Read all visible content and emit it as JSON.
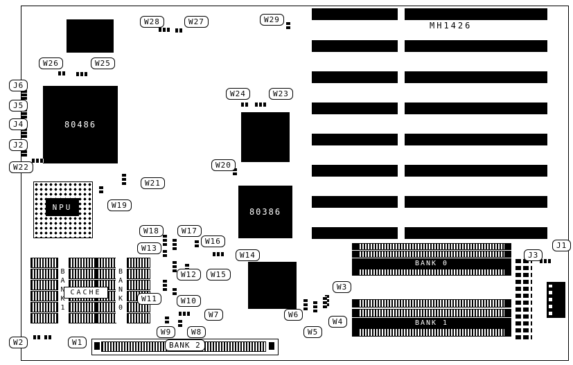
{
  "board": {
    "model": "MH1426"
  },
  "chips": {
    "cpu": "80486",
    "npu": "NPU",
    "alt": "80386"
  },
  "memory": {
    "bank0": "BANK 0",
    "bank1": "BANK 1",
    "bank2": "BANK 2",
    "cache": "CACHE",
    "cache_bank1": "BANK1",
    "cache_bank0": "BANK0"
  },
  "callouts": {
    "w1": "W1",
    "w2": "W2",
    "w3": "W3",
    "w4": "W4",
    "w5": "W5",
    "w6": "W6",
    "w7": "W7",
    "w8": "W8",
    "w9": "W9",
    "w10": "W10",
    "w11": "W11",
    "w12": "W12",
    "w13": "W13",
    "w14": "W14",
    "w15": "W15",
    "w16": "W16",
    "w17": "W17",
    "w18": "W18",
    "w19": "W19",
    "w20": "W20",
    "w21": "W21",
    "w22": "W22",
    "w23": "W23",
    "w24": "W24",
    "w25": "W25",
    "w26": "W26",
    "w27": "W27",
    "w28": "W28",
    "w29": "W29",
    "j1": "J1",
    "j2": "J2",
    "j3": "J3",
    "j4": "J4",
    "j5": "J5",
    "j6": "J6"
  }
}
